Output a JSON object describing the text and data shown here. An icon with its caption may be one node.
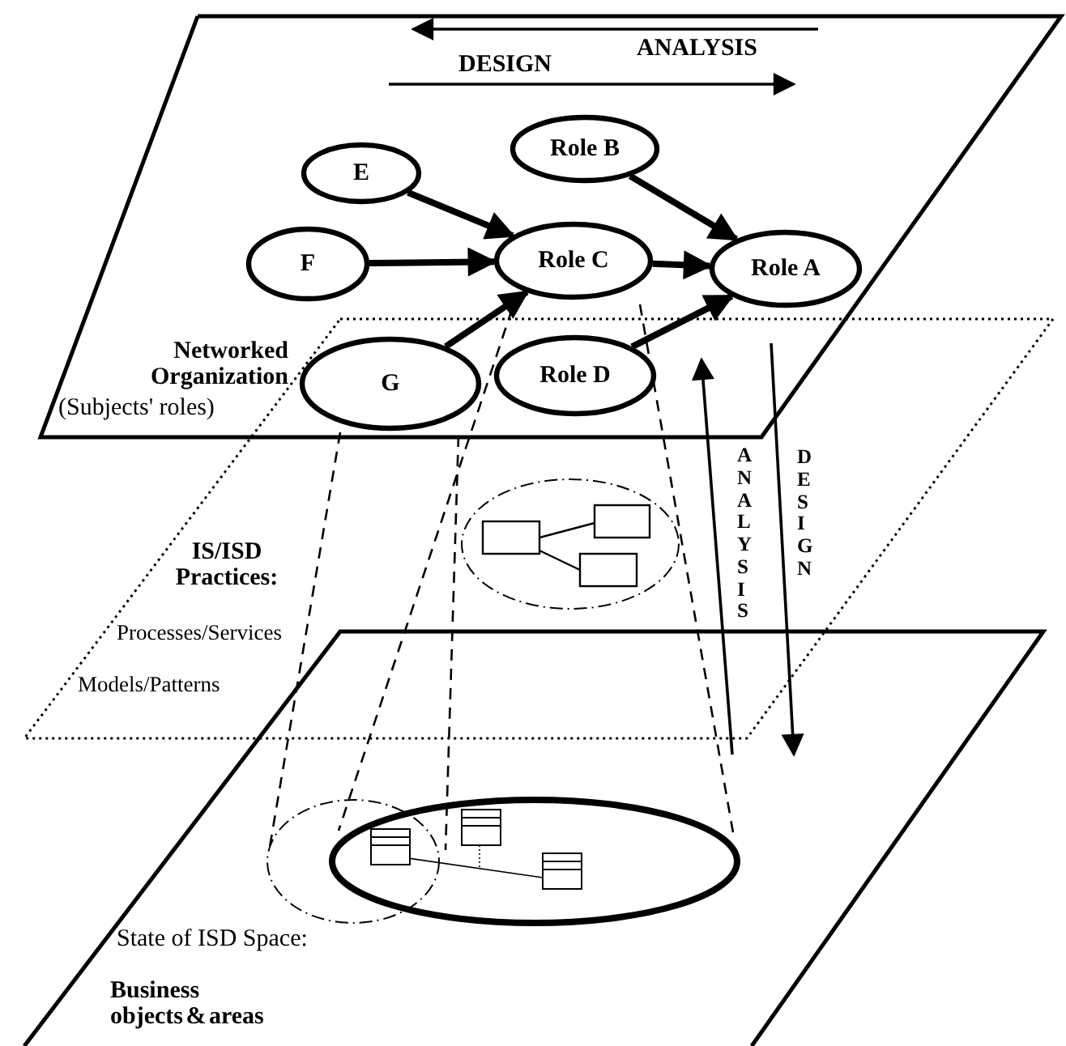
{
  "diagram": {
    "nodes": [
      {
        "text": [
          "E"
        ]
      },
      {
        "text": [
          "Role B"
        ]
      },
      {
        "text": [
          "F"
        ]
      },
      {
        "text": [
          "Role C"
        ]
      },
      {
        "text": [
          "Role A"
        ]
      },
      {
        "text": [
          "G"
        ]
      },
      {
        "text": [
          "Role D"
        ]
      }
    ],
    "edges": [
      {
        "from": 0,
        "to": 3,
        "arrow": "to"
      },
      {
        "from": 1,
        "to": 4,
        "arrow": "to"
      },
      {
        "from": 2,
        "to": 3,
        "arrow": "to"
      },
      {
        "from": 3,
        "to": 4,
        "arrow": "to"
      },
      {
        "from": 5,
        "to": 3,
        "arrow": "to"
      },
      {
        "from": 6,
        "to": 4,
        "arrow": "to"
      }
    ],
    "labels": [
      "ANALYSIS",
      "DESIGN",
      "Networked Organization",
      "(Subjects' roles)",
      "ANALYSIS",
      "DESIGN",
      "IS/ISD Practices:",
      "Processes/Services",
      "Models/Patterns",
      "State of ISD Space:",
      "Business objects & areas"
    ]
  }
}
